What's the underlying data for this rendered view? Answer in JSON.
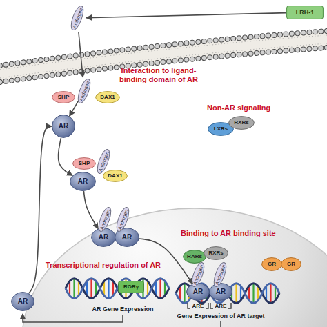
{
  "diagram": {
    "nodes": [
      {
        "text": [
          "Androgen"
        ]
      },
      {
        "text": [
          "LRH-1"
        ]
      },
      {
        "text": [
          "SHP"
        ]
      },
      {
        "text": [
          "Androgen"
        ]
      },
      {
        "text": [
          "DAX1"
        ]
      },
      {
        "text": [
          "AR"
        ]
      },
      {
        "text": [
          "LXRs"
        ]
      },
      {
        "text": [
          "RXRs"
        ]
      },
      {
        "text": [
          "SHP"
        ]
      },
      {
        "text": [
          "AR"
        ]
      },
      {
        "text": [
          "Androgen"
        ]
      },
      {
        "text": [
          "DAX1"
        ]
      },
      {
        "text": [
          "Androgen"
        ]
      },
      {
        "text": [
          "Androgen"
        ]
      },
      {
        "text": [
          "AR"
        ]
      },
      {
        "text": [
          "AR"
        ]
      },
      {
        "text": [
          "RARs"
        ]
      },
      {
        "text": [
          "RXRs"
        ]
      },
      {
        "text": [
          "GR"
        ]
      },
      {
        "text": [
          "GR"
        ]
      },
      {
        "text": [
          "RORγ"
        ]
      },
      {
        "text": [
          "Androgen"
        ]
      },
      {
        "text": [
          "Androgen"
        ]
      },
      {
        "text": [
          "AR"
        ]
      },
      {
        "text": [
          "AR"
        ]
      },
      {
        "text": [
          "AR"
        ]
      }
    ],
    "edges": [
      {
        "from": 1,
        "to": 0,
        "arrow": "to"
      },
      {
        "from": 0,
        "to": 3,
        "arrow": "to"
      },
      {
        "from": 3,
        "to": 5,
        "arrow": "to"
      },
      {
        "from": 5,
        "to": 9,
        "arrow": "to"
      },
      {
        "from": 9,
        "to": 14,
        "arrow": "to"
      },
      {
        "from": 15,
        "to": 23,
        "arrow": "to"
      },
      {
        "from": 25,
        "to": 5,
        "arrow": "to"
      }
    ],
    "labels": [
      "Interaction to ligand-binding domain of AR",
      "Non-AR signaling",
      "Binding to AR binding site",
      "Transcriptional regulation of AR",
      "AR Gene Expression",
      "ARE",
      "ARE",
      "Gene Expression of AR target"
    ]
  }
}
